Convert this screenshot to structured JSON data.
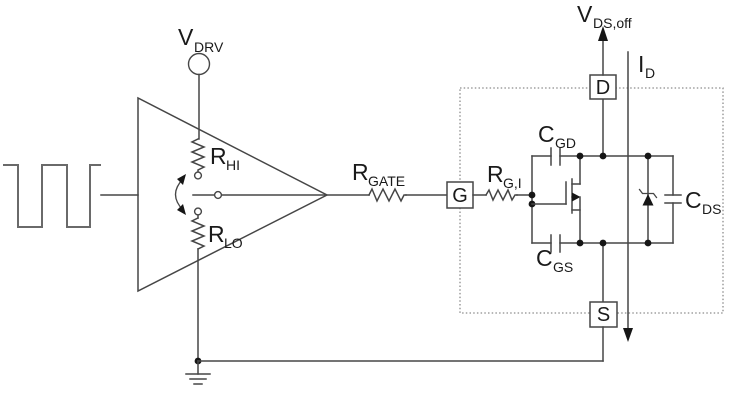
{
  "schematic": {
    "supply": {
      "name": "V",
      "sub": "DRV"
    },
    "resistors": {
      "r_hi": {
        "name": "R",
        "sub": "HI"
      },
      "r_lo": {
        "name": "R",
        "sub": "LO"
      },
      "r_gate": {
        "name": "R",
        "sub": "GATE"
      },
      "r_g_i": {
        "name": "R",
        "sub": "G,I"
      }
    },
    "capacitors": {
      "c_gd": {
        "name": "C",
        "sub": "GD"
      },
      "c_gs": {
        "name": "C",
        "sub": "GS"
      },
      "c_ds": {
        "name": "C",
        "sub": "DS"
      }
    },
    "terminals": {
      "gate": "G",
      "drain": "D",
      "source": "S"
    },
    "annotations": {
      "v_ds_off": {
        "name": "V",
        "sub": "DS,off"
      },
      "i_d": {
        "name": "I",
        "sub": "D"
      }
    },
    "colors": {
      "wire": "#464646",
      "wave": "#6a6a6a",
      "text": "#1a1a1a",
      "dashed_box": "#8c8c8c",
      "background": "#ffffff"
    }
  }
}
